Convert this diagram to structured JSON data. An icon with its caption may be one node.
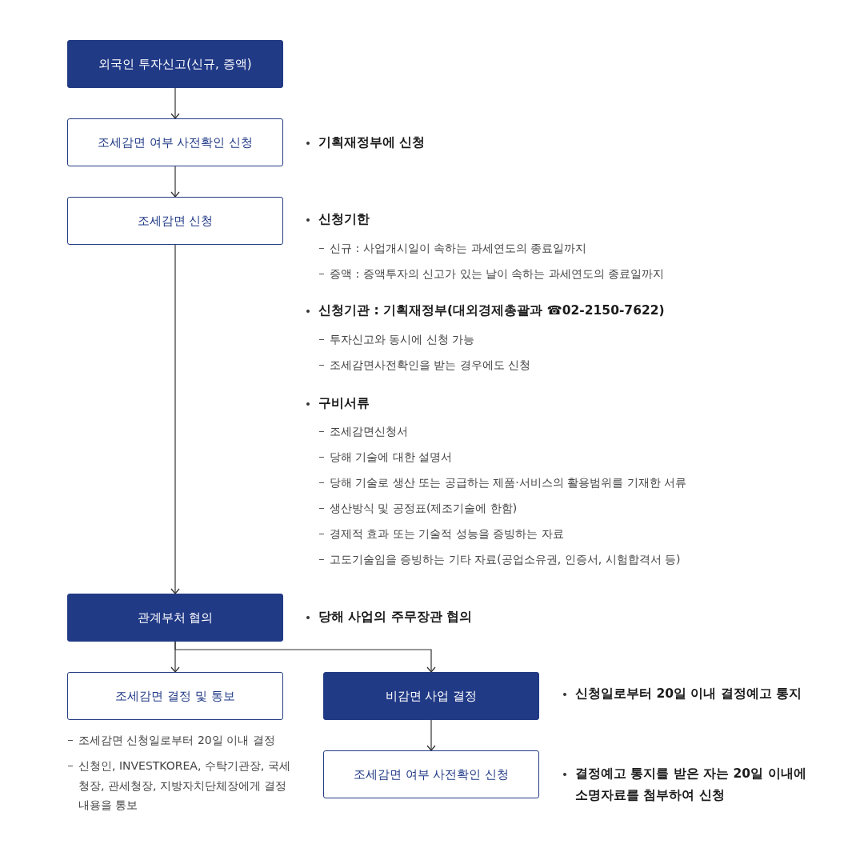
{
  "diagram": {
    "nodes": [
      {
        "text": [
          "외국인 투자신고(신규, 증액)"
        ]
      },
      {
        "text": [
          "조세감면 여부 사전확인 신청"
        ],
        "beside": [
          "기획재정부에 신청"
        ]
      },
      {
        "text": [
          "조세감면 신청"
        ],
        "beside": [
          "신청기한",
          "신규 : 사업개시일이 속하는 과세연도의 종료일까지",
          "증액 : 증액투자의 신고가 있는 날이 속하는 과세연도의 종료일까지",
          "신청기관 : 기획재정부(대외경제총괄과 ☎02-2150-7622)",
          "투자신고와 동시에 신청 가능",
          "조세감면사전확인을 받는 경우에도 신청",
          "구비서류",
          "조세감면신청서",
          "당해 기술에 대한 설명서",
          "당해 기술로 생산 또는 공급하는 제품·서비스의 활용범위를 기재한 서류",
          "생산방식 및 공정표(제조기술에 한함)",
          "경제적 효과 또는 기술적 성능을 증빙하는 자료",
          "고도기술임을 증빙하는 기타 자료(공업소유권, 인증서, 시험합격서 등)"
        ]
      },
      {
        "text": [
          "관계부처 협의"
        ],
        "beside": [
          "당해 사업의 주무장관 협의"
        ]
      },
      {
        "text": [
          "조세감면 결정 및 통보"
        ],
        "beside": [
          "조세감면 신청일로부터 20일 이내 결정",
          "신청인, INVESTKOREA, 수탁기관장, 국세청장, 관세청장, 지방자치단체장에게 결정내용을 통보"
        ]
      },
      {
        "text": [
          "비감면 사업 결정"
        ],
        "beside": [
          "신청일로부터 20일 이내 결정예고 통지"
        ]
      },
      {
        "text": [
          "조세감면 여부 사전확인 신청"
        ],
        "beside": [
          "결정예고 통지를 받은 자는 20일 이내에 소명자료를 첨부하여 신청"
        ]
      }
    ],
    "edges": [
      {
        "from": 0,
        "to": 1,
        "arrow": "to"
      },
      {
        "from": 1,
        "to": 2,
        "arrow": "to"
      },
      {
        "from": 2,
        "to": 3,
        "arrow": "to"
      },
      {
        "from": 3,
        "to": 4,
        "arrow": "to"
      },
      {
        "from": 3,
        "to": 5,
        "arrow": "to"
      },
      {
        "from": 5,
        "to": 6,
        "arrow": "to"
      }
    ]
  }
}
